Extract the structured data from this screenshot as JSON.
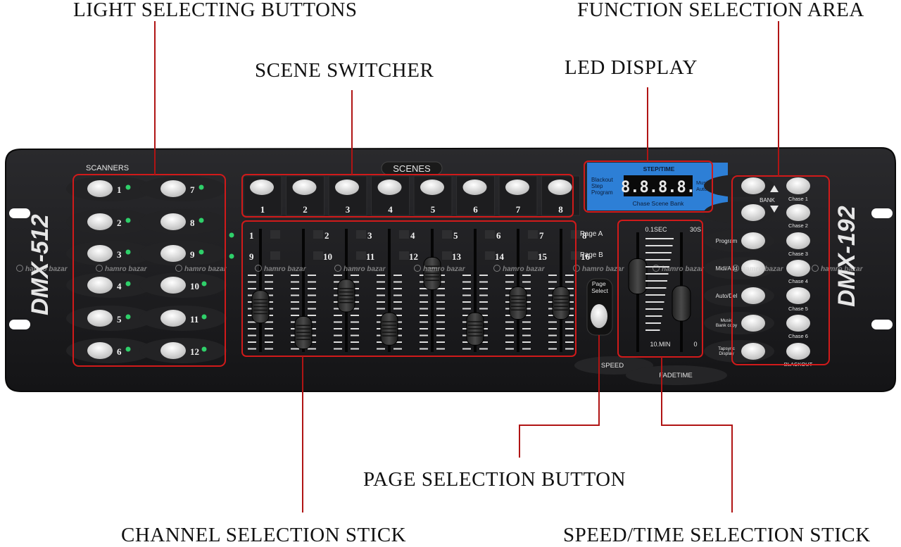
{
  "callouts": {
    "light_selecting": "LIGHT SELECTING BUTTONS",
    "function_selection": "FUNCTION SELECTION AREA",
    "scene_switcher": "SCENE SWITCHER",
    "led_display": "LED DISPLAY",
    "page_selection": "PAGE SELECTION BUTTON",
    "channel_selection": "CHANNEL SELECTION STICK",
    "speed_time": "SPEED/TIME SELECTION STICK"
  },
  "panel": {
    "model_left": "DMX-512",
    "model_right": "DMX-192",
    "scanners_label": "SCANNERS",
    "scanners": [
      "1",
      "2",
      "3",
      "4",
      "5",
      "6",
      "7",
      "8",
      "9",
      "10",
      "11",
      "12"
    ],
    "scenes_label": "SCENES",
    "scenes": [
      "1",
      "2",
      "3",
      "4",
      "5",
      "6",
      "7",
      "8"
    ],
    "channels_a": [
      "1",
      "2",
      "3",
      "4",
      "5",
      "6",
      "7",
      "8"
    ],
    "channels_b": [
      "9",
      "10",
      "11",
      "12",
      "13",
      "14",
      "15",
      "16"
    ],
    "page_a": "Page A",
    "page_b": "Page B",
    "page_select": "Page Select",
    "speed_label": "SPEED",
    "fadetime_label": "FADETIME",
    "speed_top": "0.1SEC",
    "speed_bottom": "10.MIN",
    "fade_top": "30S",
    "fade_bottom": "0",
    "display": {
      "title": "STEP/TIME",
      "readout": "8.8.8.8.",
      "left_lines": [
        "Blackout",
        "Step",
        "Program"
      ],
      "right_lines": [
        "Music trigger",
        "Auto trigger"
      ],
      "bottom": "Chase Scene Bank"
    },
    "bank_label": "BANK",
    "function_buttons": [
      "Program",
      "Midi/Add",
      "Auto/Del",
      "Music Bank copy",
      "Tapsync Display"
    ],
    "chase_buttons": [
      "Chase 1",
      "Chase 2",
      "Chase 3",
      "Chase 4",
      "Chase 5",
      "Chase 6",
      "BLACKOUT"
    ],
    "watermark": "hamro bazar"
  },
  "scene_fader_levels": [
    0.55,
    0.9,
    0.4,
    0.85,
    0.1,
    0.85,
    0.5,
    0.5
  ],
  "speed_fader_levels": [
    0.75,
    0.4
  ],
  "colors": {
    "panel": "#1c1c1e",
    "highlight": "#d11a1a",
    "led": "#2fd06a",
    "display_blue": "#2d7fd6",
    "button": "#e9e9e9"
  }
}
